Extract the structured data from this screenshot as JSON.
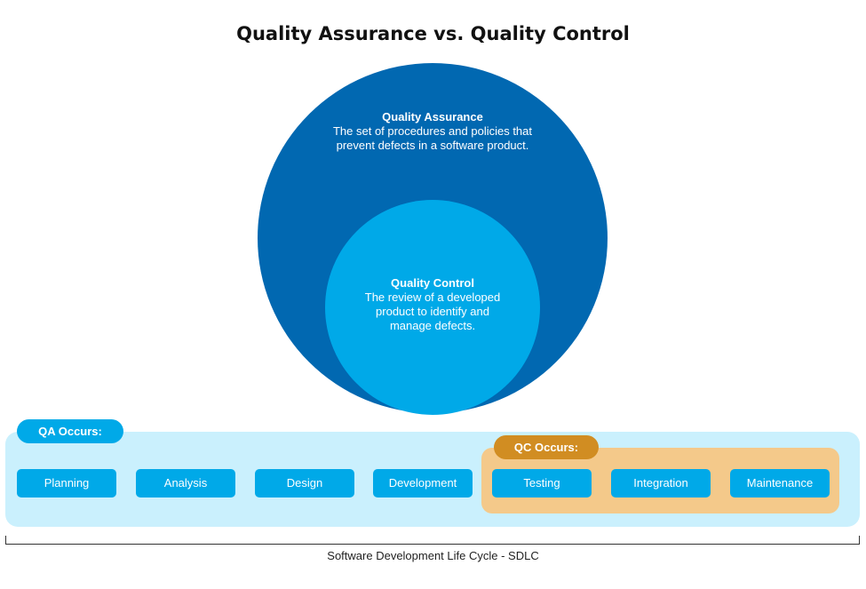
{
  "title": "Quality Assurance vs. Quality Control",
  "quality_assurance": {
    "heading": "Quality Assurance",
    "line1": "The set of procedures and policies that",
    "line2": "prevent defects in a software product."
  },
  "quality_control": {
    "heading": "Quality Control",
    "line1": "The review of a developed",
    "line2": "product to identify and",
    "line3": "manage defects."
  },
  "qa_tag": "QA Occurs:",
  "qc_tag": "QC Occurs:",
  "phases": [
    "Planning",
    "Analysis",
    "Design",
    "Development",
    "Testing",
    "Integration",
    "Maintenance"
  ],
  "sdlc_label": "Software Development Life Cycle - SDLC",
  "colors": {
    "qa_blue": "#0168b1",
    "qc_light_blue": "#00a9e8",
    "band_bg": "#caf0fd",
    "qc_zone_bg": "#f4c98a",
    "qc_tag": "#d18d22"
  }
}
